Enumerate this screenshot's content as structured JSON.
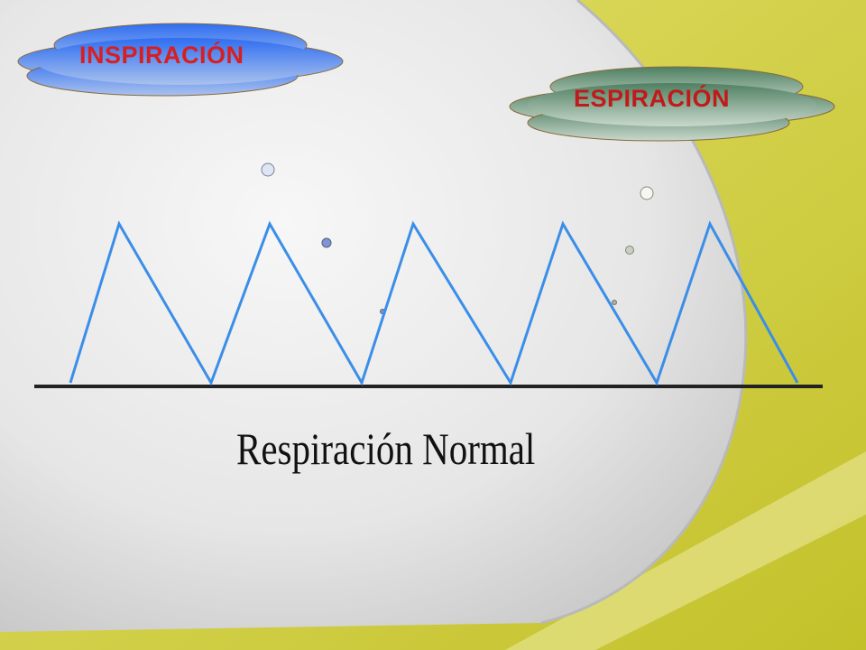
{
  "labels": {
    "inspiration": "INSPIRACIÓN",
    "expiration": "ESPIRACIÓN"
  },
  "diagram": {
    "caption": "Respiración Normal",
    "wave_color": "#3b8ee8",
    "baseline_color": "#222222",
    "peaks": 5
  },
  "colors": {
    "background_yellow": "#c9c832",
    "inspiration_cloud": "#4f86f0",
    "expiration_cloud": "#5e8f74",
    "inspiration_text": "#d81f1f",
    "expiration_text": "#c01a1a"
  }
}
